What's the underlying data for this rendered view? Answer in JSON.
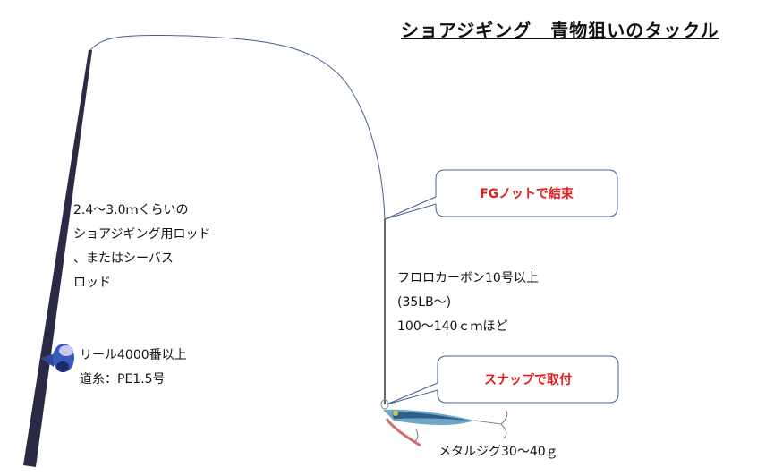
{
  "title": "ショアジギング　青物狙いのタックル",
  "rod_text": [
    "2.4〜3.0ｍくらいの",
    "ショアジギング用ロッド",
    "、またはシーバス",
    "ロッド"
  ],
  "reel_text": [
    "リール4000番以上",
    "道糸：PE1.5号"
  ],
  "leader_text": [
    "フロロカーボン10号以上",
    "(35LB〜)",
    "100〜140ｃｍほど"
  ],
  "callouts": {
    "knot": "FGノットで結束",
    "snap": "スナップで取付"
  },
  "jig_text": "メタルジグ30〜40ｇ",
  "colors": {
    "callout_text": "#e31b1b",
    "line": "#44608f",
    "rod": "#2b2a45"
  }
}
